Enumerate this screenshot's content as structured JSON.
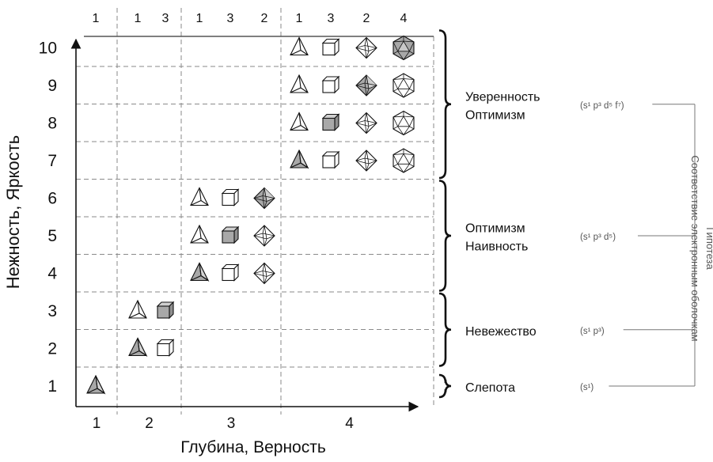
{
  "axes": {
    "y_label": "Нежность, Яркость",
    "x_label": "Глубина, Верность",
    "y_ticks": [
      "1",
      "2",
      "3",
      "4",
      "5",
      "6",
      "7",
      "8",
      "9",
      "10"
    ],
    "x_groups": [
      "1",
      "2",
      "3",
      "4"
    ],
    "top_numbers": [
      "1",
      "1",
      "3",
      "1",
      "3",
      "2",
      "1",
      "3",
      "2",
      "4"
    ]
  },
  "solid_names": {
    "1": "tetrahedron",
    "3": "cube",
    "2": "octahedron",
    "4": "icosahedron"
  },
  "rows": [
    {
      "y": "1",
      "cells": [
        {
          "solid": "1",
          "filled": true
        }
      ]
    },
    {
      "y": "2",
      "cells": [
        {
          "solid": "1",
          "filled": true
        },
        {
          "solid": "3",
          "filled": false
        }
      ]
    },
    {
      "y": "3",
      "cells": [
        {
          "solid": "1",
          "filled": false
        },
        {
          "solid": "3",
          "filled": true
        }
      ]
    },
    {
      "y": "4",
      "cells": [
        {
          "solid": "1",
          "filled": true
        },
        {
          "solid": "3",
          "filled": false
        },
        {
          "solid": "2",
          "filled": false
        }
      ]
    },
    {
      "y": "5",
      "cells": [
        {
          "solid": "1",
          "filled": false
        },
        {
          "solid": "3",
          "filled": true
        },
        {
          "solid": "2",
          "filled": false
        }
      ]
    },
    {
      "y": "6",
      "cells": [
        {
          "solid": "1",
          "filled": false
        },
        {
          "solid": "3",
          "filled": false
        },
        {
          "solid": "2",
          "filled": true
        }
      ]
    },
    {
      "y": "7",
      "cells": [
        {
          "solid": "1",
          "filled": true
        },
        {
          "solid": "3",
          "filled": false
        },
        {
          "solid": "2",
          "filled": false
        },
        {
          "solid": "4",
          "filled": false
        }
      ]
    },
    {
      "y": "8",
      "cells": [
        {
          "solid": "1",
          "filled": false
        },
        {
          "solid": "3",
          "filled": true
        },
        {
          "solid": "2",
          "filled": false
        },
        {
          "solid": "4",
          "filled": false
        }
      ]
    },
    {
      "y": "9",
      "cells": [
        {
          "solid": "1",
          "filled": false
        },
        {
          "solid": "3",
          "filled": false
        },
        {
          "solid": "2",
          "filled": true
        },
        {
          "solid": "4",
          "filled": false
        }
      ]
    },
    {
      "y": "10",
      "cells": [
        {
          "solid": "1",
          "filled": false
        },
        {
          "solid": "3",
          "filled": false
        },
        {
          "solid": "2",
          "filled": false
        },
        {
          "solid": "4",
          "filled": true
        }
      ]
    }
  ],
  "groups": [
    {
      "rows": [
        "7",
        "10"
      ],
      "label_lines": [
        "Уверенность",
        "Оптимизм"
      ],
      "config": "(s¹ p³ d⁵ f⁷)"
    },
    {
      "rows": [
        "4",
        "6"
      ],
      "label_lines": [
        "Оптимизм",
        "Наивность"
      ],
      "config": "(s¹ p³ d⁵)"
    },
    {
      "rows": [
        "2",
        "3"
      ],
      "label_lines": [
        "Невежество"
      ],
      "config": "(s¹ p³)"
    },
    {
      "rows": [
        "1",
        "1"
      ],
      "label_lines": [
        "Слепота"
      ],
      "config": "(s¹)"
    }
  ],
  "hypothesis": {
    "line1": "Гипотеза",
    "line2": "Соответствие электронным оболочкам"
  },
  "colors": {
    "grid": "#8a8a8a",
    "filled": "#a8a8a8",
    "ink": "#111111",
    "muted": "#555555"
  }
}
